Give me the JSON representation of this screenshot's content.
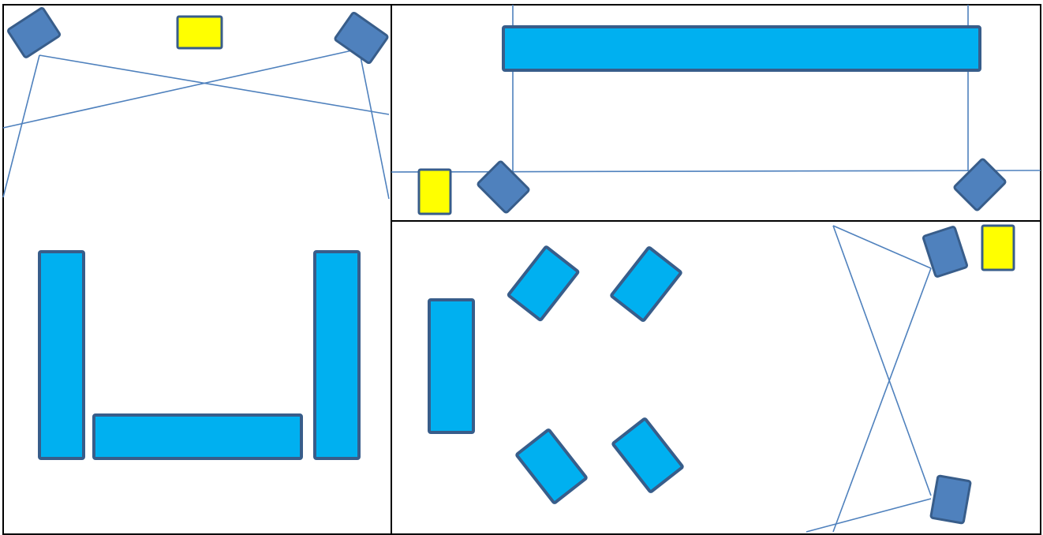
{
  "diagram": {
    "colors": {
      "background": "#FFFFFF",
      "grid_line": "#000000",
      "camera_fill": "#4F81BD",
      "camera_stroke": "#385D8A",
      "desk_fill": "#00B0F0",
      "desk_stroke": "#385D8A",
      "marker_fill": "#FFFF00",
      "marker_stroke": "#385D8A",
      "sightline": "#4F81BD"
    },
    "panels": [
      {
        "name": "panel-top-left",
        "cameras": 2,
        "markers": 1,
        "desks": 3,
        "sightlines": 4
      },
      {
        "name": "panel-top-right",
        "cameras": 2,
        "markers": 1,
        "desks": 1,
        "sightlines": 3
      },
      {
        "name": "panel-bottom-right",
        "cameras": 2,
        "markers": 1,
        "desks": 5,
        "sightlines": 4
      }
    ]
  }
}
